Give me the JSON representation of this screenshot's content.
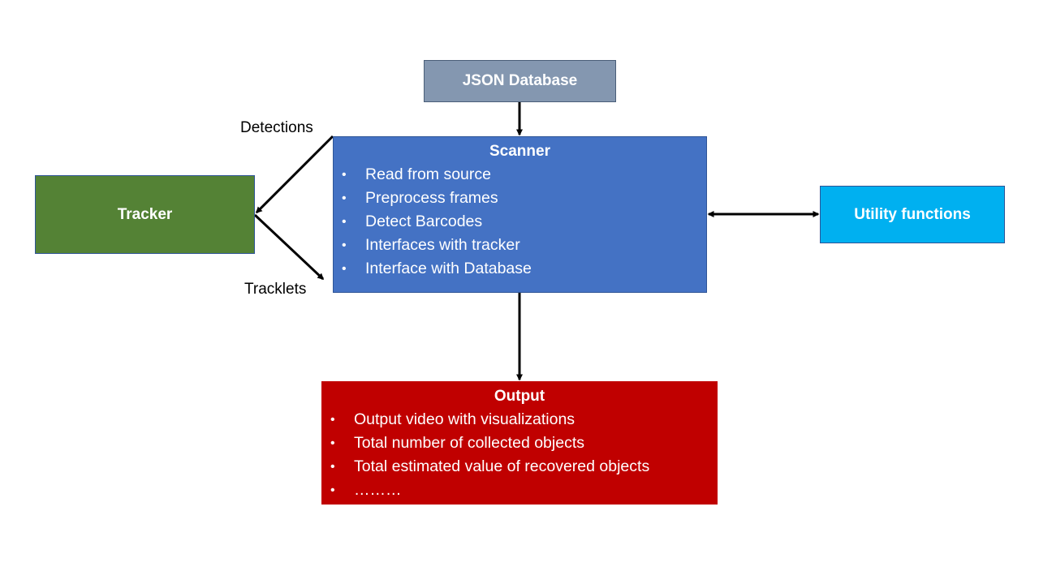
{
  "nodes": {
    "json_database": {
      "label": "JSON Database"
    },
    "scanner": {
      "title": "Scanner",
      "items": [
        "Read from source",
        "Preprocess frames",
        "Detect Barcodes",
        "Interfaces with tracker",
        "Interface with Database"
      ]
    },
    "tracker": {
      "label": "Tracker"
    },
    "utility": {
      "label": "Utility functions"
    },
    "output": {
      "title": "Output",
      "items": [
        "Output video with visualizations",
        "Total number of collected objects",
        "Total estimated value of recovered objects",
        "………"
      ]
    }
  },
  "edges": {
    "detections_label": "Detections",
    "tracklets_label": "Tracklets"
  },
  "bullet_char": "•",
  "colors": {
    "json_database": "#8497b0",
    "scanner": "#4472c4",
    "tracker": "#548235",
    "utility": "#00b0f0",
    "output": "#c00000",
    "arrow": "#000000"
  }
}
